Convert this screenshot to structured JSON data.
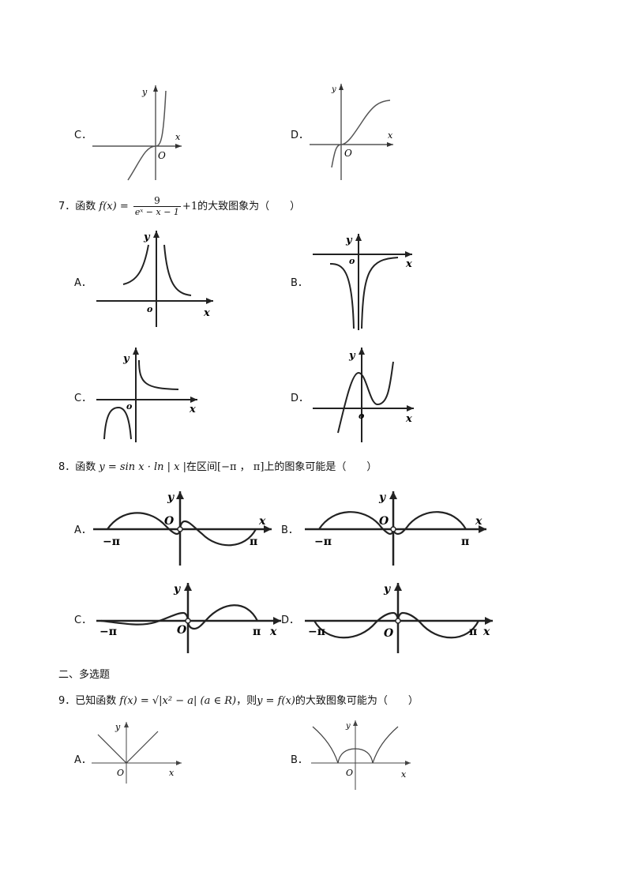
{
  "q6": {
    "option_c": "C．",
    "option_d": "D．",
    "axis_x": "x",
    "axis_y": "y",
    "origin": "O"
  },
  "q7": {
    "number": "7．函数",
    "func_lhs": "f(x) =",
    "frac_num": "9",
    "frac_den": "eˣ − x − 1",
    "func_tail": "+1",
    "question_tail": "的大致图象为（　　）",
    "option_a": "A．",
    "option_b": "B．",
    "option_c": "C．",
    "option_d": "D．",
    "axis_x": "x",
    "axis_y": "y",
    "origin": "o"
  },
  "q8": {
    "number": "8．函数",
    "func": "y = sin x · ln | x |",
    "mid": "在区间",
    "interval": "[−π ， π]",
    "question_tail": "上的图象可能是（　　）",
    "option_a": "A．",
    "option_b": "B．",
    "option_c": "C．",
    "option_d": "D．",
    "axis_x": "x",
    "axis_y": "y",
    "origin": "O",
    "neg_pi": "−π",
    "pi": "π"
  },
  "section2": {
    "title": "二、多选题"
  },
  "q9": {
    "number": "9．已知函数",
    "func": "f(x) = √|x² − a| (a ∈ R)",
    "mid": "，则",
    "func2": "y = f(x)",
    "question_tail": "的大致图象可能为（　　）",
    "option_a": "A．",
    "option_b": "B．",
    "axis_x": "x",
    "axis_y": "y",
    "origin": "O"
  }
}
